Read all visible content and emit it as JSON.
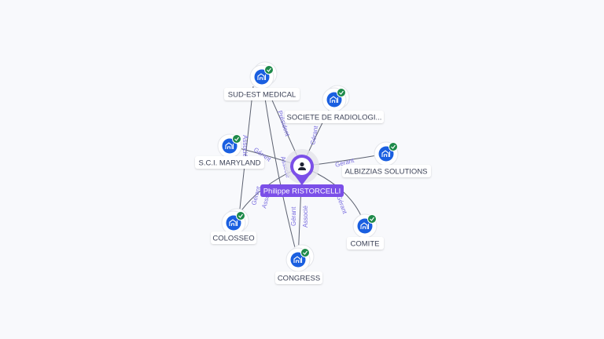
{
  "center": {
    "name": "Philippe RISTORCELLI",
    "icon": "person-icon",
    "color": "#7b4fe8"
  },
  "nodes": [
    {
      "label": "SUD-EST MEDICAL",
      "icon": "building-icon",
      "verified": true
    },
    {
      "label": "SOCIETE DE RADIOLOGI...",
      "icon": "building-icon",
      "verified": true
    },
    {
      "label": "S.C.I. MARYLAND",
      "icon": "building-icon",
      "verified": true
    },
    {
      "label": "ALBIZZIAS SOLUTIONS",
      "icon": "building-icon",
      "verified": true
    },
    {
      "label": "COLOSSEO",
      "icon": "building-icon",
      "verified": true
    },
    {
      "label": "COMITE",
      "icon": "building-icon",
      "verified": true
    },
    {
      "label": "CONGRESS",
      "icon": "building-icon",
      "verified": true
    }
  ],
  "edges": [
    {
      "roles": [
        "Président"
      ]
    },
    {
      "roles": [
        "Gérant"
      ]
    },
    {
      "roles": [
        "Gérant",
        "Associé"
      ]
    },
    {
      "roles": [
        "Gérant"
      ]
    },
    {
      "roles": [
        "Gérant",
        "Associé"
      ]
    },
    {
      "roles": [
        "Gérant"
      ]
    },
    {
      "roles": [
        "Gérant",
        "Associé"
      ]
    },
    {
      "roles": [
        "Associé"
      ]
    }
  ],
  "colors": {
    "node": "#1a5fe0",
    "check": "#1e8a4a",
    "accent": "#7b4fe8",
    "edge_label": "#7b6fe0"
  }
}
